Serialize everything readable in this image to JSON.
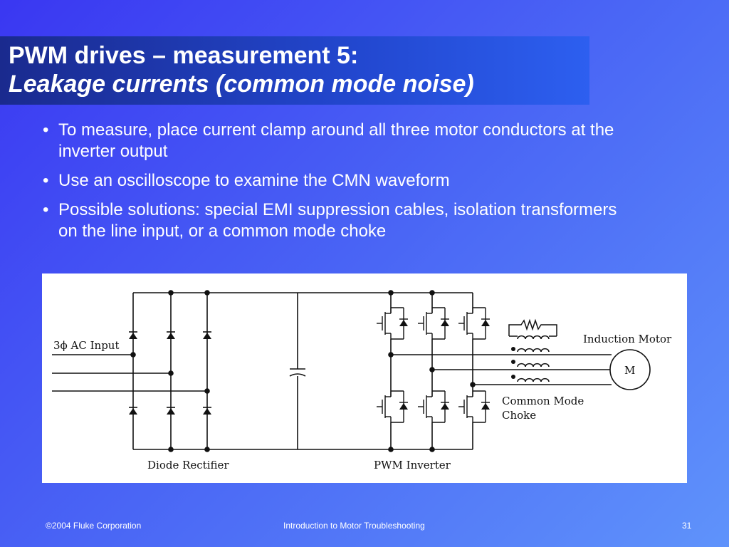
{
  "slide": {
    "title_line1": "PWM drives – measurement 5:",
    "title_line2": "Leakage currents (common mode noise)",
    "bullet_symbol": "•",
    "bullets": [
      "To measure, place current clamp around all three motor conductors at the inverter output",
      "Use an oscilloscope to examine the CMN waveform",
      "Possible solutions: special EMI suppression cables, isolation transformers on the line input, or a common mode choke"
    ]
  },
  "diagram": {
    "labels": {
      "ac_input": "3ϕ AC Input",
      "diode_rectifier": "Diode Rectifier",
      "pwm_inverter": "PWM Inverter",
      "induction_motor": "Induction Motor",
      "motor_symbol": "M",
      "common_mode_line1": "Common Mode",
      "common_mode_line2": "Choke"
    }
  },
  "footer": {
    "copyright": "©2004 Fluke Corporation",
    "course": "Introduction to Motor Troubleshooting",
    "page_number": "31"
  },
  "colors": {
    "background_start": "#3a37f2",
    "background_end": "#5f93fb",
    "title_bar": "#1a2a8e",
    "text": "#ffffff",
    "diagram_ink": "#111111"
  }
}
